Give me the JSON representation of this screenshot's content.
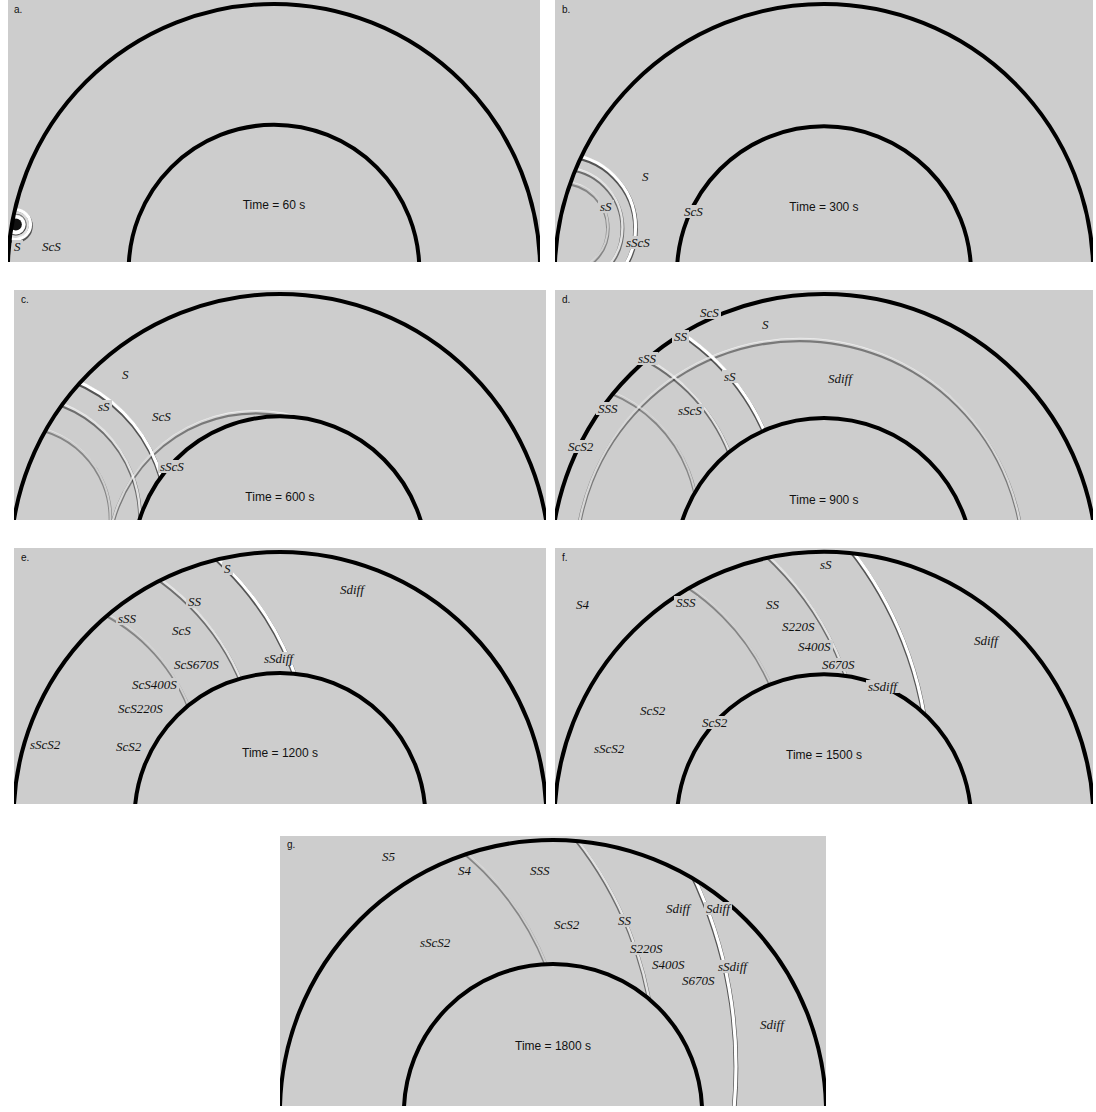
{
  "diagram": {
    "labels": [
      "a.",
      "S",
      "ScS",
      "Time = 60 s",
      "b.",
      "S",
      "sS",
      "ScS",
      "sScS",
      "Time = 300 s",
      "c.",
      "S",
      "sS",
      "ScS",
      "sScS",
      "Time = 600 s",
      "d.",
      "ScS",
      "S",
      "SS",
      "sSS",
      "sS",
      "Sdiff",
      "SSS",
      "sScS",
      "ScS2",
      "Time = 900 s",
      "e.",
      "S",
      "SS",
      "sSS",
      "ScS",
      "Sdiff",
      "ScS670S",
      "sSdiff",
      "ScS400S",
      "ScS220S",
      "sScS2",
      "ScS2",
      "Time = 1200 s",
      "f.",
      "S4",
      "SSS",
      "sS",
      "SS",
      "S220S",
      "S400S",
      "S670S",
      "Sdiff",
      "sSdiff",
      "ScS2",
      "ScS2",
      "sScS2",
      "Time = 1500 s",
      "g.",
      "S5",
      "S4",
      "SSS",
      "ScS2",
      "SS",
      "Sdiff",
      "Sdiff",
      "sScS2",
      "S220S",
      "S400S",
      "S670S",
      "sSdiff",
      "Sdiff",
      "Time = 1800 s"
    ]
  }
}
